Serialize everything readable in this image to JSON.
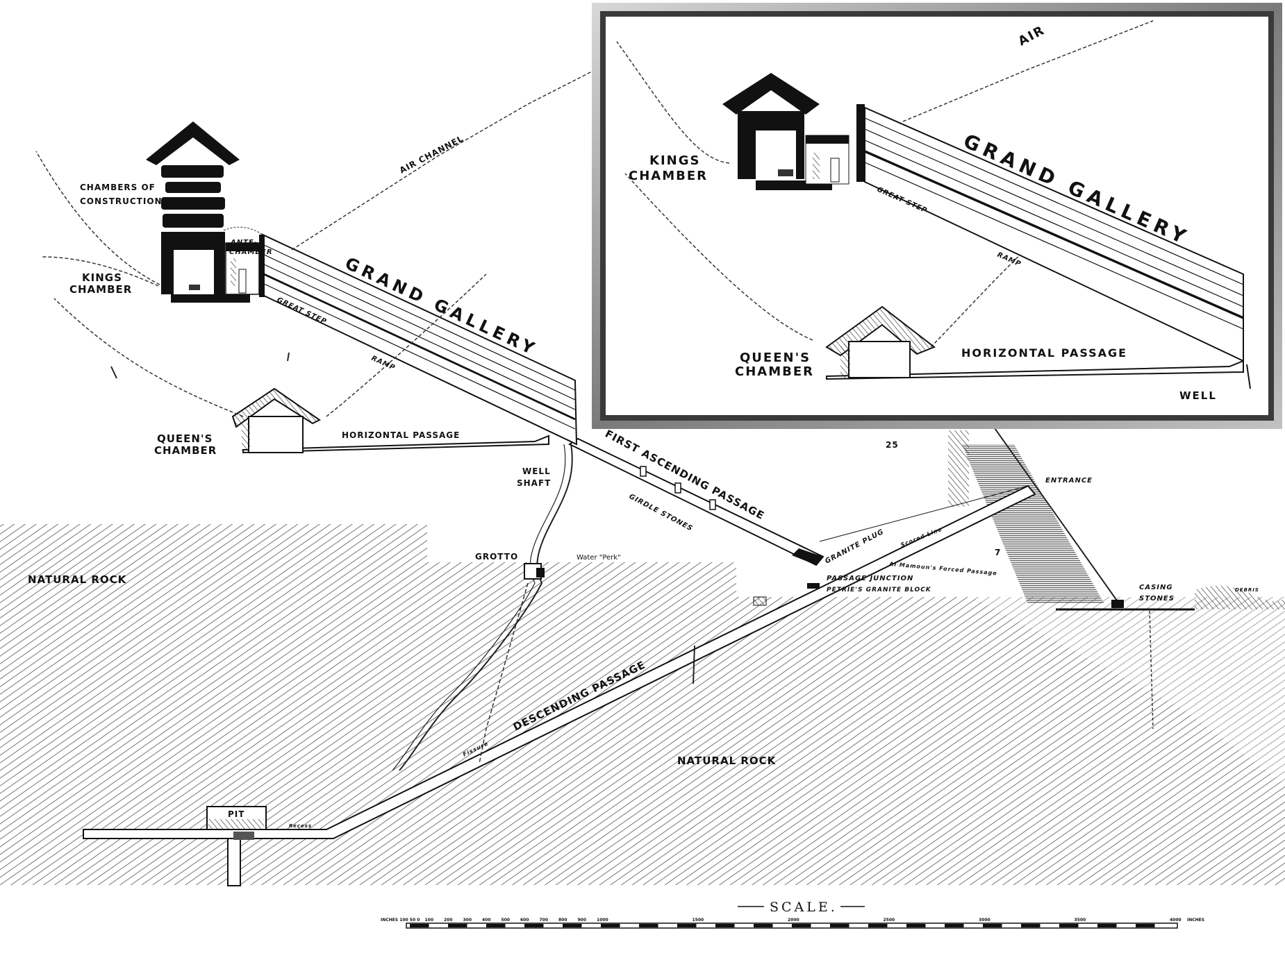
{
  "labels": {
    "air_channel": "AIR CHANNEL",
    "chambers_of_construction_1": "CHAMBERS OF",
    "chambers_of_construction_2": "CONSTRUCTION",
    "ante_chamber_1": "ANTE-",
    "ante_chamber_2": "CHAMBER",
    "kings_1": "KINGS",
    "kings_2": "CHAMBER",
    "grand_gallery": "GRAND GALLERY",
    "great_step": "GREAT STEP",
    "ramp": "RAMP",
    "queens_1": "QUEEN'S",
    "queens_2": "CHAMBER",
    "horizontal_passage": "HORIZONTAL PASSAGE",
    "well_shaft_1": "WELL",
    "well_shaft_2": "SHAFT",
    "first_ascending_passage": "FIRST ASCENDING PASSAGE",
    "girdle_stones": "GIRDLE STONES",
    "granite_plug": "GRANITE PLUG",
    "grotto": "GROTTO",
    "water_perk": "Water \"Perk\"",
    "natural_rock_left": "NATURAL ROCK",
    "natural_rock_center": "NATURAL ROCK",
    "entrance": "ENTRANCE",
    "scored_line": "Scored Line",
    "al_mamouns_forced_passage": "Al Mamoun's Forced Passage",
    "passage_junction": "PASSAGE JUNCTION",
    "petries_granite_block": "PETRIE'S GRANITE BLOCK",
    "casing_1": "CASING",
    "casing_2": "STONES",
    "debris": "DEBRIS",
    "descending_passage": "DESCENDING PASSAGE",
    "fissure": "Fissure",
    "pit": "PIT",
    "recess": "Recess",
    "num_25": "25",
    "num_7": "7"
  },
  "inset": {
    "air": "AIR",
    "kings_1": "KINGS",
    "kings_2": "CHAMBER",
    "grand_gallery": "GRAND GALLERY",
    "great_step": "GREAT STEP",
    "ramp": "RAMP",
    "queens_1": "QUEEN'S",
    "queens_2": "CHAMBER",
    "horizontal_passage": "HORIZONTAL PASSAGE",
    "well": "WELL"
  },
  "scale": {
    "title": "SCALE.",
    "left_label": "INCHES 100 50 0",
    "right_label": "INCHES",
    "ticks": [
      "100",
      "200",
      "300",
      "400",
      "500",
      "600",
      "700",
      "800",
      "900",
      "1000",
      "1500",
      "2000",
      "2500",
      "3000",
      "3500",
      "4000"
    ]
  }
}
